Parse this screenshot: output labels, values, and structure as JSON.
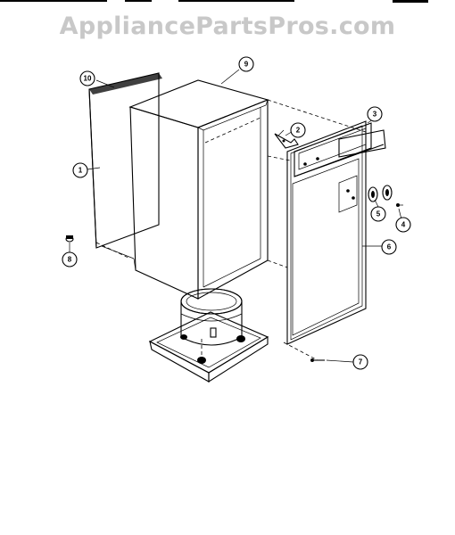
{
  "watermark": {
    "text": "AppliancePartsPros.com"
  },
  "callouts": [
    {
      "id": "1",
      "label": "1"
    },
    {
      "id": "2",
      "label": "2"
    },
    {
      "id": "3",
      "label": "3"
    },
    {
      "id": "4",
      "label": "4"
    },
    {
      "id": "5",
      "label": "5"
    },
    {
      "id": "6",
      "label": "6"
    },
    {
      "id": "7",
      "label": "7"
    },
    {
      "id": "8",
      "label": "8"
    },
    {
      "id": "9",
      "label": "9"
    },
    {
      "id": "10",
      "label": "10"
    }
  ],
  "colors": {
    "line": "#000000",
    "watermark": "#c8c8c8",
    "background": "#ffffff",
    "stipple": "#d9d2c4"
  }
}
